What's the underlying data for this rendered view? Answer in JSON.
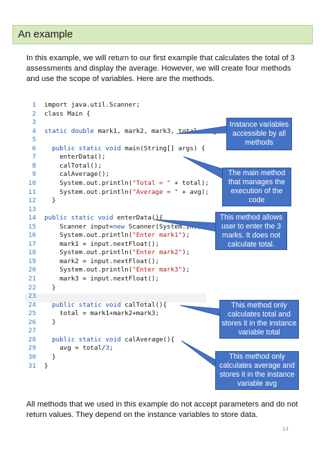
{
  "heading": "An example",
  "intro": "In this example, we will return to our first example that calculates the total of 3 assessments and display the average.   However, we will create four methods and use the scope of variables.   Here are the methods.",
  "code": [
    {
      "n": "1",
      "segs": [
        {
          "t": "import java.util.Scanner;",
          "k": "n"
        }
      ]
    },
    {
      "n": "2",
      "segs": [
        {
          "t": "class Main {",
          "k": "n"
        }
      ]
    },
    {
      "n": "3",
      "segs": []
    },
    {
      "n": "4",
      "segs": [
        {
          "t": "static double",
          "k": "kw"
        },
        {
          "t": " mark1, mark2, mark3, total, avg;",
          "k": "n"
        }
      ]
    },
    {
      "n": "5",
      "segs": []
    },
    {
      "n": "6",
      "segs": [
        {
          "t": "  ",
          "k": "n"
        },
        {
          "t": "public static void",
          "k": "kw"
        },
        {
          "t": " main(String[] args) {",
          "k": "n"
        }
      ]
    },
    {
      "n": "7",
      "segs": [
        {
          "t": "    enterData();",
          "k": "n"
        }
      ]
    },
    {
      "n": "8",
      "segs": [
        {
          "t": "    calTotal();",
          "k": "n"
        }
      ]
    },
    {
      "n": "9",
      "segs": [
        {
          "t": "    calAverage();",
          "k": "n"
        }
      ]
    },
    {
      "n": "10",
      "segs": [
        {
          "t": "    System.out.println(",
          "k": "n"
        },
        {
          "t": "\"Total = \"",
          "k": "str"
        },
        {
          "t": " + total);",
          "k": "n"
        }
      ]
    },
    {
      "n": "11",
      "segs": [
        {
          "t": "    System.out.println(",
          "k": "n"
        },
        {
          "t": "\"Average = \"",
          "k": "str"
        },
        {
          "t": " + avg);",
          "k": "n"
        }
      ]
    },
    {
      "n": "12",
      "segs": [
        {
          "t": "  }",
          "k": "n"
        }
      ]
    },
    {
      "n": "13",
      "segs": []
    },
    {
      "n": "14",
      "segs": [
        {
          "t": "public static void",
          "k": "kw"
        },
        {
          "t": " enterData(){",
          "k": "n"
        }
      ]
    },
    {
      "n": "15",
      "segs": [
        {
          "t": "    Scanner input=",
          "k": "n"
        },
        {
          "t": "new",
          "k": "kw"
        },
        {
          "t": " Scanner(System.in);",
          "k": "n"
        }
      ]
    },
    {
      "n": "16",
      "segs": [
        {
          "t": "    System.out.println(",
          "k": "n"
        },
        {
          "t": "\"Enter mark1\"",
          "k": "str"
        },
        {
          "t": ");",
          "k": "n"
        }
      ]
    },
    {
      "n": "17",
      "segs": [
        {
          "t": "    mark1 = input.nextFloat();",
          "k": "n"
        }
      ]
    },
    {
      "n": "18",
      "segs": [
        {
          "t": "    System.out.println(",
          "k": "n"
        },
        {
          "t": "\"Enter mark2\"",
          "k": "str"
        },
        {
          "t": ");",
          "k": "n"
        }
      ]
    },
    {
      "n": "19",
      "segs": [
        {
          "t": "    mark2 = input.nextFloat();",
          "k": "n"
        }
      ]
    },
    {
      "n": "20",
      "segs": [
        {
          "t": "    System.out.println(",
          "k": "n"
        },
        {
          "t": "\"Enter mark3\"",
          "k": "str"
        },
        {
          "t": ");",
          "k": "n"
        }
      ]
    },
    {
      "n": "21",
      "segs": [
        {
          "t": "    mark3 = input.nextFloat();",
          "k": "n"
        }
      ]
    },
    {
      "n": "22",
      "segs": [
        {
          "t": "  }",
          "k": "n"
        }
      ]
    },
    {
      "n": "23",
      "segs": []
    },
    {
      "n": "24",
      "segs": [
        {
          "t": "  ",
          "k": "n"
        },
        {
          "t": "public static void",
          "k": "kw"
        },
        {
          "t": " calTotal(){",
          "k": "n"
        }
      ]
    },
    {
      "n": "25",
      "segs": [
        {
          "t": "    total = mark1+mark2+mark3;",
          "k": "n"
        }
      ]
    },
    {
      "n": "26",
      "segs": [
        {
          "t": "  }",
          "k": "n"
        }
      ]
    },
    {
      "n": "27",
      "segs": []
    },
    {
      "n": "28",
      "segs": [
        {
          "t": "  ",
          "k": "n"
        },
        {
          "t": "public static void",
          "k": "kw"
        },
        {
          "t": " calAverage(){",
          "k": "n"
        }
      ]
    },
    {
      "n": "29",
      "segs": [
        {
          "t": "    avg = total/",
          "k": "n"
        },
        {
          "t": "3",
          "k": "kw"
        },
        {
          "t": ";",
          "k": "n"
        }
      ]
    },
    {
      "n": "30",
      "segs": [
        {
          "t": "  }",
          "k": "n"
        }
      ]
    },
    {
      "n": "31",
      "segs": [
        {
          "t": "}",
          "k": "n"
        }
      ]
    }
  ],
  "callouts": [
    {
      "lines": [
        "Instance variables",
        "accessible by all",
        "methods"
      ]
    },
    {
      "lines": [
        "The main method",
        "that manages the",
        "execution of the",
        "code"
      ]
    },
    {
      "lines": [
        "This method allows",
        "user to enter the 3",
        "marks.   It does not",
        "calculate total."
      ]
    },
    {
      "lines": [
        "This method only",
        "calculates total and",
        "stores it in the instance",
        "variable total"
      ]
    },
    {
      "lines": [
        "This method only",
        "calculates average and",
        "stores it in the instance",
        "variable avg"
      ]
    }
  ],
  "outro": "All methods that we used in this example do not accept parameters and do not return values.   They depend on the instance variables to store data.",
  "page_number": "14",
  "colors": {
    "banner": "#d7e9bd",
    "callout": "#4472c4",
    "keyword": "#1f4fae",
    "string": "#b11a1a",
    "line_number": "#3a78b8"
  }
}
